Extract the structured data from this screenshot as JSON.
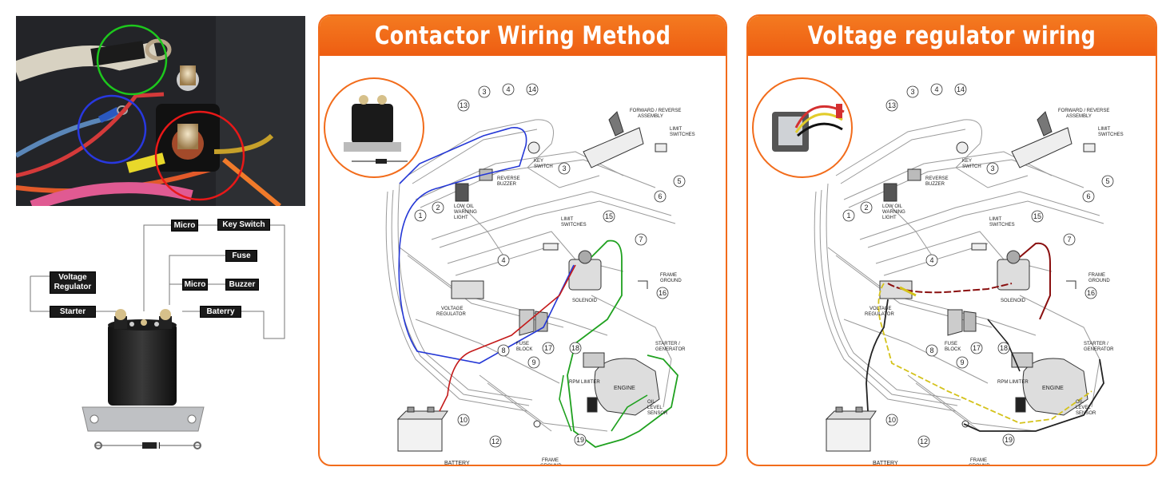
{
  "photo": {
    "alt_icon": "solenoid-photo"
  },
  "wiring_labels": {
    "micro_top": "Micro",
    "key_switch": "Key Switch",
    "fuse": "Fuse",
    "micro_mid": "Micro",
    "buzzer": "Buzzer",
    "voltage_regulator": "Voltage Regulator",
    "starter": "Starter",
    "baterry": "Baterry"
  },
  "panel1": {
    "title": "Contactor Wiring Method"
  },
  "panel2": {
    "title": "Voltage regulator wiring method"
  },
  "diagram": {
    "forward_reverse": "FORWARD / REVERSE",
    "assembly": "ASSEMBLY",
    "limit_switches_top": "LIMIT",
    "switches_top": "SWITCHES",
    "key": "KEY",
    "switch": "SWITCH",
    "reverse": "REVERSE",
    "buzzer": "BUZZER",
    "low_oil": "LOW OIL",
    "warning": "WARNING",
    "light": "LIGHT",
    "limit_mid": "LIMIT",
    "switches_mid": "SWITCHES",
    "frame_ground_top": "FRAME",
    "ground_top": "GROUND",
    "solenoid": "SOLENOID",
    "voltage": "VOLTAGE",
    "regulator": "REGULATOR",
    "fuse": "FUSE",
    "block": "BLOCK",
    "starter_generator_1": "STARTER /",
    "starter_generator_2": "GENERATOR",
    "rpm_limiter": "RPM LIMITER",
    "engine": "ENGINE",
    "oil": "OIL",
    "level": "LEVEL",
    "sensor": "SENSOR",
    "battery": "BATTERY",
    "frame_ground_bot": "FRAME",
    "ground_bot": "GROUND",
    "numbers": [
      "1",
      "2",
      "3",
      "4",
      "5",
      "6",
      "7",
      "8",
      "9",
      "10",
      "12",
      "13",
      "14",
      "15",
      "16",
      "17",
      "18",
      "19"
    ]
  },
  "colors": {
    "accent": "#f26c1b",
    "blue_wire": "#2437d6",
    "red_wire": "#c41a1a",
    "green_wire": "#1fa11f",
    "yellow_wire": "#d4c21a",
    "darkred_wire": "#8a0f0f"
  }
}
